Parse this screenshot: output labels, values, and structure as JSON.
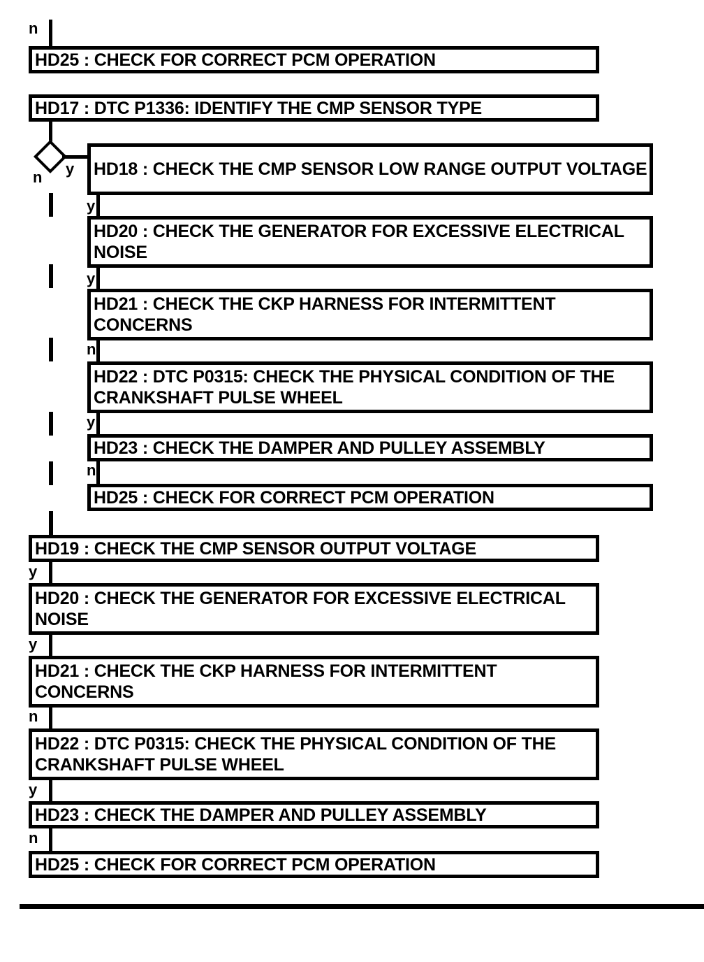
{
  "diagram": {
    "type": "flowchart",
    "title": "Powertrain diagnostic decision flow",
    "line_color": "#000000",
    "background_color": "#ffffff",
    "top_branch_label": "n",
    "nodes": [
      {
        "id": "HD25-top",
        "label": "HD25 : CHECK FOR CORRECT PCM OPERATION"
      },
      {
        "id": "HD17",
        "label": "HD17 : DTC P1336: IDENTIFY THE CMP SENSOR TYPE"
      },
      {
        "id": "HD18",
        "label": "HD18 : CHECK THE CMP SENSOR LOW RANGE OUTPUT VOLTAGE"
      },
      {
        "id": "HD20-nested",
        "label": "HD20 : CHECK THE GENERATOR FOR EXCESSIVE ELECTRICAL NOISE"
      },
      {
        "id": "HD21-nested",
        "label": "HD21 : CHECK THE CKP HARNESS FOR INTERMITTENT CONCERNS"
      },
      {
        "id": "HD22-nested",
        "label": "HD22 : DTC P0315: CHECK THE PHYSICAL CONDITION OF THE CRANKSHAFT PULSE WHEEL"
      },
      {
        "id": "HD23-nested",
        "label": "HD23 : CHECK THE DAMPER AND PULLEY ASSEMBLY"
      },
      {
        "id": "HD25-nested",
        "label": "HD25 : CHECK FOR CORRECT PCM OPERATION"
      },
      {
        "id": "HD19",
        "label": "HD19 : CHECK THE CMP SENSOR OUTPUT VOLTAGE"
      },
      {
        "id": "HD20-main",
        "label": "HD20 : CHECK THE GENERATOR FOR EXCESSIVE ELECTRICAL NOISE"
      },
      {
        "id": "HD21-main",
        "label": "HD21 : CHECK THE CKP HARNESS FOR INTERMITTENT CONCERNS"
      },
      {
        "id": "HD22-main",
        "label": "HD22 : DTC P0315: CHECK THE PHYSICAL CONDITION OF THE CRANKSHAFT PULSE WHEEL"
      },
      {
        "id": "HD23-main",
        "label": "HD23 : CHECK THE DAMPER AND PULLEY ASSEMBLY"
      },
      {
        "id": "HD25-bottom",
        "label": "HD25 : CHECK FOR CORRECT PCM OPERATION"
      }
    ],
    "decision": {
      "id": "HD17-decision",
      "yes_label": "y",
      "no_label": "n"
    },
    "branch_labels": {
      "hd18_to_hd20": "y",
      "hd20_to_hd21": "y",
      "hd21_to_hd22": "n",
      "hd22_to_hd23": "y",
      "hd23_to_hd25": "n",
      "hd19_to_hd20": "y",
      "hd20m_to_hd21": "y",
      "hd21m_to_hd22": "n",
      "hd22m_to_hd23": "y",
      "hd23m_to_hd25": "n"
    }
  }
}
